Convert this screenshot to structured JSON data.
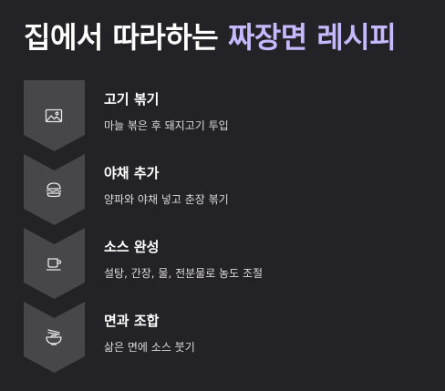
{
  "title": {
    "prefix": "집에서 따라하는 ",
    "accent": "짜장면 레시피"
  },
  "colors": {
    "background": "#232226",
    "accent": "#c6b9ff",
    "chevron": "#47464b",
    "icon": "#e8e8ec"
  },
  "steps": [
    {
      "title": "고기 볶기",
      "desc": "마늘 볶은 후 돼지고기 투입",
      "icon": "image-icon"
    },
    {
      "title": "야채 추가",
      "desc": "양파와 야채 넣고 춘장 볶기",
      "icon": "burger-icon"
    },
    {
      "title": "소스 완성",
      "desc": "설탕, 간장, 물, 전분물로 농도 조절",
      "icon": "cup-icon"
    },
    {
      "title": "면과 조합",
      "desc": "삶은 면에 소스 붓기",
      "icon": "noodle-bowl-icon"
    }
  ]
}
